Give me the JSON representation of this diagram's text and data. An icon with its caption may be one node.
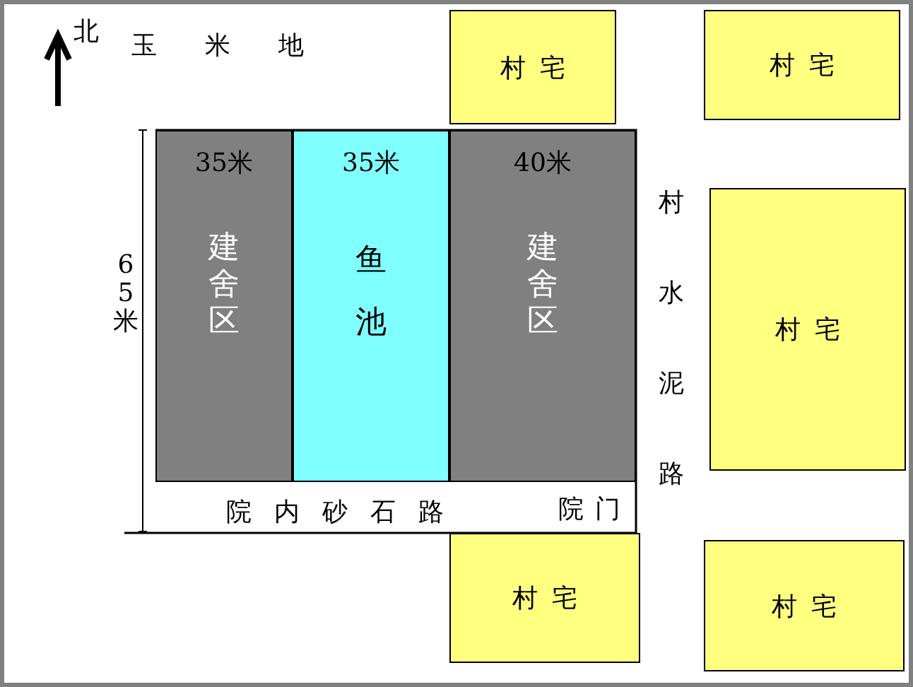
{
  "diagram": {
    "nodes": [
      {
        "text": [
          "村宅"
        ]
      },
      {
        "text": [
          "村宅"
        ]
      },
      {
        "text": [
          "35米",
          "建舍区"
        ]
      },
      {
        "text": [
          "35米",
          "鱼池"
        ]
      },
      {
        "text": [
          "40米",
          "建舍区"
        ]
      },
      {
        "text": [
          "村宅"
        ]
      },
      {
        "text": [
          "村宅"
        ]
      },
      {
        "text": [
          "村宅"
        ]
      }
    ],
    "edges": [],
    "labels": [
      "北",
      "玉米地",
      "65米",
      "村水泥路",
      "院内砂石路",
      "院门"
    ]
  }
}
